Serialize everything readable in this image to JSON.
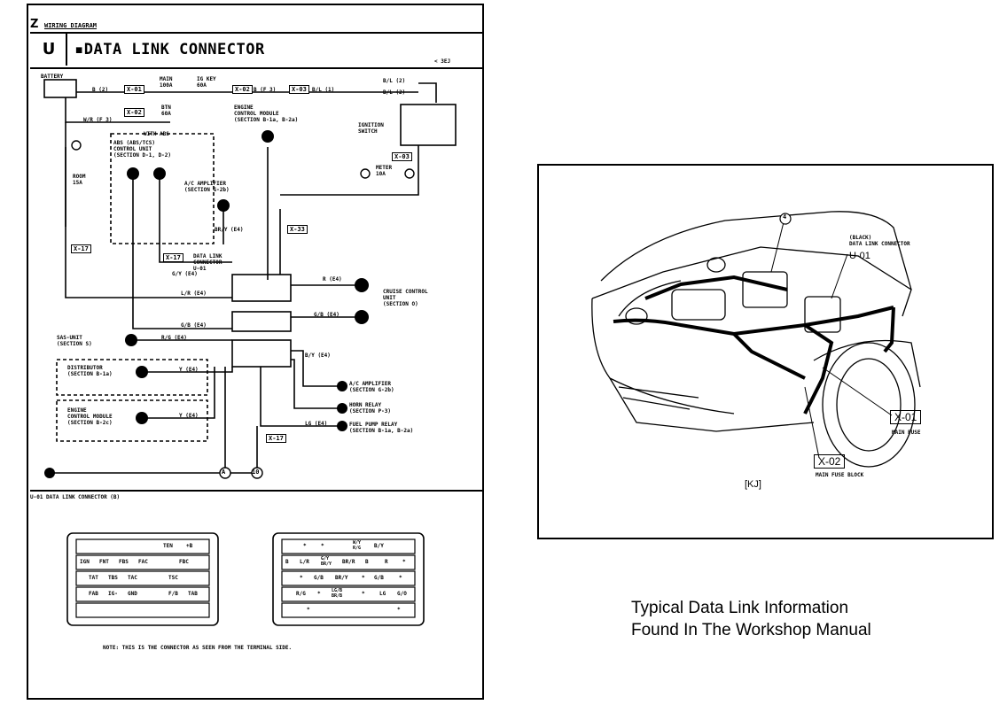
{
  "header": {
    "section_number": "Z",
    "section_title": "WIRING DIAGRAM",
    "code": "U",
    "title": "▪DATA LINK CONNECTOR",
    "ref": "< 3EJ"
  },
  "wiring": {
    "battery": "BATTERY",
    "main_fuse": "MAIN\n100A",
    "ig_key_fuse": "IG KEY\n60A",
    "btn_fuse": "BTN\n60A",
    "room_fuse": "ROOM\n15A",
    "meter_fuse": "METER\n10A",
    "ignition_switch": "IGNITION\nSWITCH",
    "ecm_top": "ENGINE\nCONTROL MODULE\n(SECTION B-1a, B-2a)",
    "with_abs": "WITH ABS",
    "abs_unit": "ABS (ABS/TCS)\nCONTROL UNIT\n(SECTION D-1, D-2)",
    "ac_amp_top": "A/C AMPLIFIER\n(SECTION G-2b)",
    "dlc_label": "DATA LINK\nCONNECTOR\nU-01",
    "cruise": "CRUISE CONTROL\nUNIT\n(SECTION O)",
    "sas": "SAS-UNIT\n(SECTION S)",
    "distributor": "DISTRIBUTOR\n(SECTION B-1a)",
    "ecm_bottom": "ENGINE\nCONTROL MODULE\n(SECTION B-2c)",
    "ac_amp_bottom": "A/C AMPLIFIER\n(SECTION G-2b)",
    "horn_relay": "HORN RELAY\n(SECTION P-3)",
    "fuel_pump": "FUEL PUMP RELAY\n(SECTION B-1a, B-2a)",
    "boxes": [
      "X-01",
      "X-02",
      "X-03",
      "X-02",
      "X-03",
      "X-17",
      "X-17",
      "X-33",
      "X-17"
    ],
    "wires": [
      "B (2)",
      "B (F 3)",
      "B/L (1)",
      "B/L (2)",
      "B/L (2)",
      "W/R (F 3)",
      "L/R (E4)",
      "G/B (E4)",
      "R/G (E4)",
      "Y (E4)",
      "Y (E4)",
      "LG (E4)",
      "R (E4)",
      "G/B (E4)",
      "B/Y (E4)",
      "G/Y (E4)",
      "BR/Y (E4)"
    ],
    "ground_labels": [
      "A",
      "10"
    ]
  },
  "connector": {
    "title": "U-01 DATA LINK CONNECTOR (B)",
    "left_rows": [
      [
        "",
        "",
        "",
        "TEN",
        "+B",
        ""
      ],
      [
        "IGN",
        "FNT",
        "FBS",
        "FAC",
        "",
        "FBC",
        ""
      ],
      [
        "TAT",
        "TBS",
        "TAC",
        "",
        "TSC",
        ""
      ],
      [
        "FAB",
        "IG-",
        "GND",
        "",
        "F/B",
        "TAB"
      ],
      [
        "",
        "",
        "",
        "",
        "",
        ""
      ]
    ],
    "right_rows": [
      [
        "*",
        "*",
        "W/Y\nR/G",
        "B/Y"
      ],
      [
        "B",
        "L/R",
        "G/Y\nBR/Y",
        "BR/R",
        "B",
        "R",
        "*"
      ],
      [
        "*",
        "G/B",
        "BR/Y",
        "*",
        "G/B",
        "*"
      ],
      [
        "R/G",
        "*",
        "LG/B\nBR/B",
        "*",
        "LG",
        "G/O"
      ],
      [
        "*",
        "",
        "",
        "",
        "",
        "*"
      ]
    ],
    "note": "NOTE: THIS IS THE CONNECTOR AS SEEN FROM THE TERMINAL SIDE."
  },
  "engine_bay": {
    "callout_number": "4",
    "black_label": "(BLACK)\nDATA LINK CONNECTOR",
    "u01": "U-01",
    "x01": "X-01",
    "x01_caption": "MAIN FUSE",
    "x02": "X-02",
    "x02_caption": "MAIN FUSE BLOCK",
    "kj": "[KJ]"
  },
  "caption": {
    "line1": "Typical Data Link Information",
    "line2": "Found In The Workshop Manual"
  }
}
